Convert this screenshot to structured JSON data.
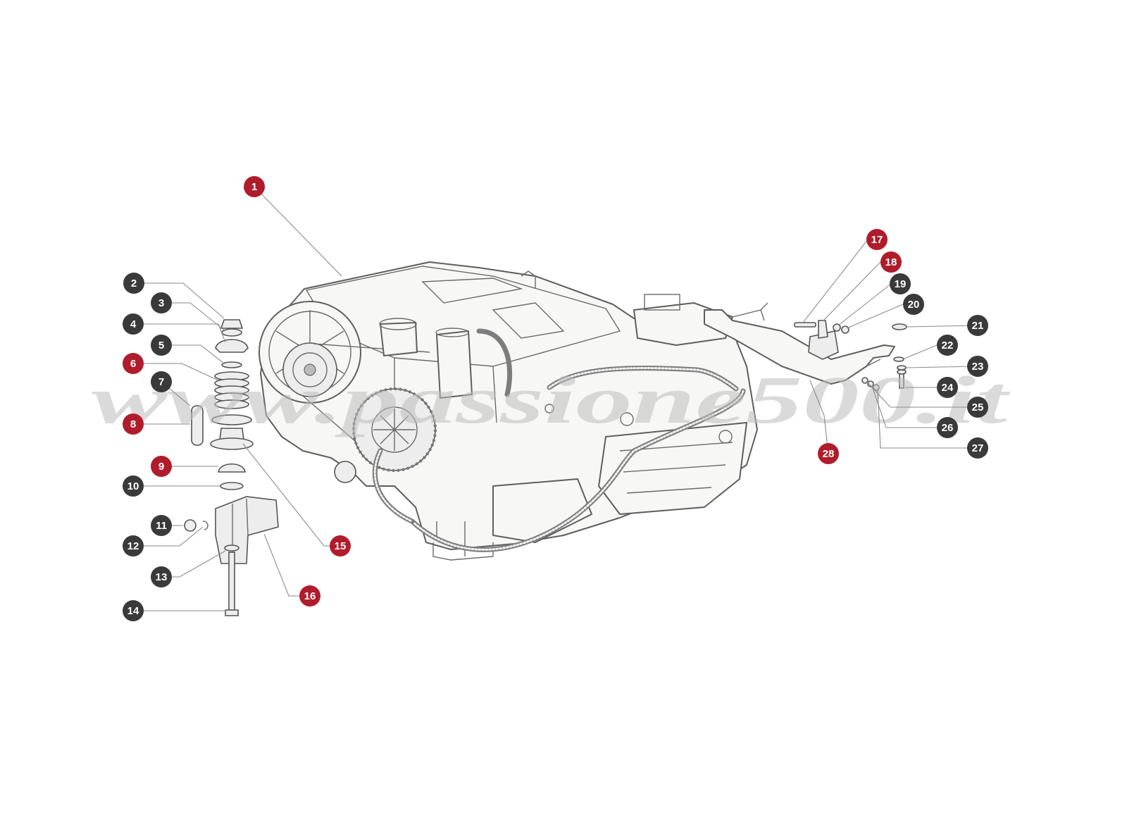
{
  "watermark": "www.passione500.it",
  "colors": {
    "highlight": "#b01c2c",
    "standard": "#3a3a3a",
    "line": "#8a8a8a"
  },
  "callouts": [
    {
      "id": "1",
      "highlight": true
    },
    {
      "id": "2",
      "highlight": false
    },
    {
      "id": "3",
      "highlight": false
    },
    {
      "id": "4",
      "highlight": false
    },
    {
      "id": "5",
      "highlight": false
    },
    {
      "id": "6",
      "highlight": true
    },
    {
      "id": "7",
      "highlight": false
    },
    {
      "id": "8",
      "highlight": true
    },
    {
      "id": "9",
      "highlight": true
    },
    {
      "id": "10",
      "highlight": false
    },
    {
      "id": "11",
      "highlight": false
    },
    {
      "id": "12",
      "highlight": false
    },
    {
      "id": "13",
      "highlight": false
    },
    {
      "id": "14",
      "highlight": false
    },
    {
      "id": "15",
      "highlight": true
    },
    {
      "id": "16",
      "highlight": true
    },
    {
      "id": "17",
      "highlight": true
    },
    {
      "id": "18",
      "highlight": true
    },
    {
      "id": "19",
      "highlight": false
    },
    {
      "id": "20",
      "highlight": false
    },
    {
      "id": "21",
      "highlight": false
    },
    {
      "id": "22",
      "highlight": false
    },
    {
      "id": "23",
      "highlight": false
    },
    {
      "id": "24",
      "highlight": false
    },
    {
      "id": "25",
      "highlight": false
    },
    {
      "id": "26",
      "highlight": false
    },
    {
      "id": "27",
      "highlight": false
    },
    {
      "id": "28",
      "highlight": true
    }
  ]
}
